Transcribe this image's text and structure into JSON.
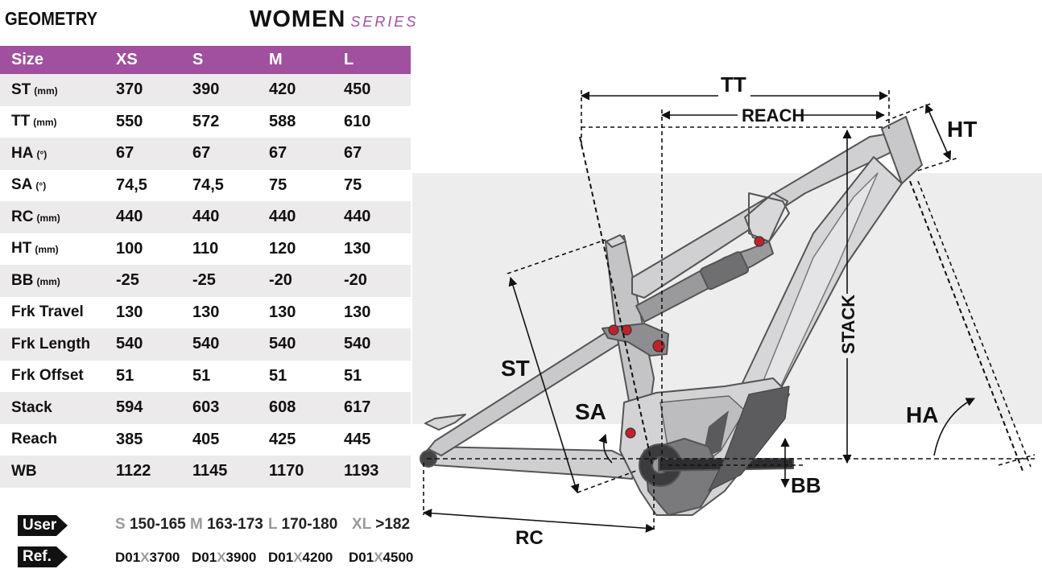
{
  "title": "GEOMETRY",
  "series": {
    "main": "WOMEN",
    "sub": "SERIES"
  },
  "table": {
    "headers": [
      "Size",
      "XS",
      "S",
      "M",
      "L"
    ],
    "rows": [
      {
        "label": "ST",
        "unit": "(mm)",
        "values": [
          "370",
          "390",
          "420",
          "450"
        ]
      },
      {
        "label": "TT",
        "unit": "(mm)",
        "values": [
          "550",
          "572",
          "588",
          "610"
        ]
      },
      {
        "label": "HA",
        "unit": "(°)",
        "values": [
          "67",
          "67",
          "67",
          "67"
        ]
      },
      {
        "label": "SA",
        "unit": "(°)",
        "values": [
          "74,5",
          "74,5",
          "75",
          "75"
        ]
      },
      {
        "label": "RC",
        "unit": "(mm)",
        "values": [
          "440",
          "440",
          "440",
          "440"
        ]
      },
      {
        "label": "HT",
        "unit": "(mm)",
        "values": [
          "100",
          "110",
          "120",
          "130"
        ]
      },
      {
        "label": "BB",
        "unit": "(mm)",
        "values": [
          "-25",
          "-25",
          "-20",
          "-20"
        ]
      },
      {
        "label": "Frk Travel",
        "unit": "",
        "values": [
          "130",
          "130",
          "130",
          "130"
        ]
      },
      {
        "label": "Frk Length",
        "unit": "",
        "values": [
          "540",
          "540",
          "540",
          "540"
        ]
      },
      {
        "label": "Frk Offset",
        "unit": "",
        "values": [
          "51",
          "51",
          "51",
          "51"
        ]
      },
      {
        "label": "Stack",
        "unit": "",
        "values": [
          "594",
          "603",
          "608",
          "617"
        ]
      },
      {
        "label": "Reach",
        "unit": "",
        "values": [
          "385",
          "405",
          "425",
          "445"
        ]
      },
      {
        "label": "WB",
        "unit": "",
        "values": [
          "1122",
          "1145",
          "1170",
          "1193"
        ]
      }
    ]
  },
  "user": {
    "label": "User",
    "sizes": [
      {
        "size": "S",
        "range": "150-165"
      },
      {
        "size": "M",
        "range": "163-173"
      },
      {
        "size": "L",
        "range": "170-180"
      },
      {
        "size": "XL",
        "range": ">182"
      }
    ]
  },
  "ref": {
    "label": "Ref.",
    "codes": [
      {
        "a": "D01",
        "x": "X",
        "b": "3700"
      },
      {
        "a": "D01",
        "x": "X",
        "b": "3900"
      },
      {
        "a": "D01",
        "x": "X",
        "b": "4200"
      },
      {
        "a": "D01",
        "x": "X",
        "b": "4500"
      }
    ]
  },
  "diagram": {
    "tt": "TT",
    "reach": "REACH",
    "ht": "HT",
    "st": "ST",
    "sa": "SA",
    "stack": "STACK",
    "ha": "HA",
    "bb": "BB",
    "rc": "RC"
  },
  "colors": {
    "accent": "#a0509f",
    "band": "#eeedee",
    "frame": "#bdbdbf",
    "bolt": "#c0222a"
  }
}
